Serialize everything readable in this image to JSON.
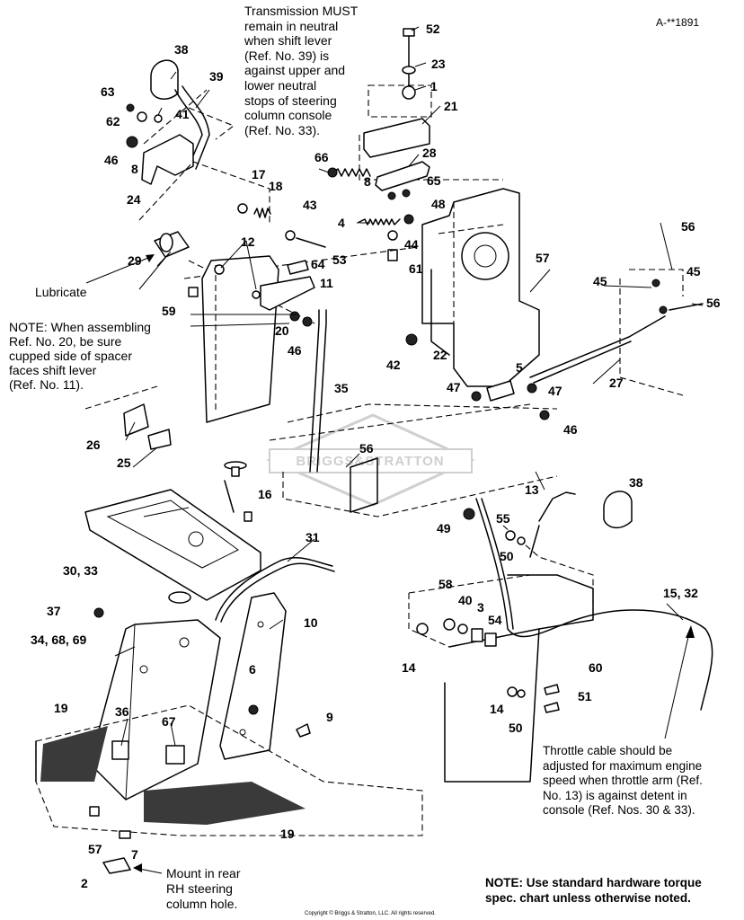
{
  "drawing_id": "A-**1891",
  "notes": {
    "neutral": "Transmission MUST\nremain in neutral\nwhen shift lever\n(Ref. No. 39) is\nagainst upper and\nlower neutral\nstops of steering\ncolumn console\n(Ref. No. 33).",
    "lubricate": "Lubricate",
    "spacer": "NOTE: When assembling\nRef. No. 20, be sure\ncupped side of spacer\nfaces shift lever\n(Ref. No. 11).",
    "throttle": "Throttle cable should be\nadjusted for maximum engine\nspeed when throttle arm (Ref.\nNo. 13) is against detent in\nconsole (Ref. Nos. 30 & 33).",
    "mount": "Mount in rear\nRH steering\ncolumn hole.",
    "torque": "NOTE: Use standard hardware torque\nspec. chart unless otherwise noted.",
    "copyright": "Copyright © Briggs & Stratton, LLC. All rights reserved."
  },
  "callouts": [
    {
      "label": "52"
    },
    {
      "label": "23"
    },
    {
      "label": "1"
    },
    {
      "label": "21"
    },
    {
      "label": "28"
    },
    {
      "label": "66"
    },
    {
      "label": "8"
    },
    {
      "label": "65"
    },
    {
      "label": "48"
    },
    {
      "label": "4"
    },
    {
      "label": "44"
    },
    {
      "label": "61"
    },
    {
      "label": "38"
    },
    {
      "label": "39"
    },
    {
      "label": "63"
    },
    {
      "label": "41"
    },
    {
      "label": "62"
    },
    {
      "label": "46"
    },
    {
      "label": "8"
    },
    {
      "label": "24"
    },
    {
      "label": "17"
    },
    {
      "label": "18"
    },
    {
      "label": "43"
    },
    {
      "label": "29"
    },
    {
      "label": "12"
    },
    {
      "label": "64"
    },
    {
      "label": "53"
    },
    {
      "label": "11"
    },
    {
      "label": "59"
    },
    {
      "label": "20"
    },
    {
      "label": "46"
    },
    {
      "label": "57"
    },
    {
      "label": "22"
    },
    {
      "label": "42"
    },
    {
      "label": "5"
    },
    {
      "label": "47"
    },
    {
      "label": "47"
    },
    {
      "label": "35"
    },
    {
      "label": "27"
    },
    {
      "label": "56"
    },
    {
      "label": "45"
    },
    {
      "label": "45"
    },
    {
      "label": "56"
    },
    {
      "label": "46"
    },
    {
      "label": "26"
    },
    {
      "label": "25"
    },
    {
      "label": "56"
    },
    {
      "label": "16"
    },
    {
      "label": "30, 33"
    },
    {
      "label": "31"
    },
    {
      "label": "37"
    },
    {
      "label": "34, 68, 69"
    },
    {
      "label": "10"
    },
    {
      "label": "6"
    },
    {
      "label": "36"
    },
    {
      "label": "67"
    },
    {
      "label": "19"
    },
    {
      "label": "9"
    },
    {
      "label": "19"
    },
    {
      "label": "57"
    },
    {
      "label": "7"
    },
    {
      "label": "2"
    },
    {
      "label": "13"
    },
    {
      "label": "38"
    },
    {
      "label": "49"
    },
    {
      "label": "55"
    },
    {
      "label": "50"
    },
    {
      "label": "15, 32"
    },
    {
      "label": "58"
    },
    {
      "label": "40"
    },
    {
      "label": "3"
    },
    {
      "label": "54"
    },
    {
      "label": "14"
    },
    {
      "label": "14"
    },
    {
      "label": "60"
    },
    {
      "label": "51"
    },
    {
      "label": "50"
    }
  ],
  "watermark": {
    "text": "BRIGGS&STRATTON",
    "color": "#cfcfcf"
  }
}
